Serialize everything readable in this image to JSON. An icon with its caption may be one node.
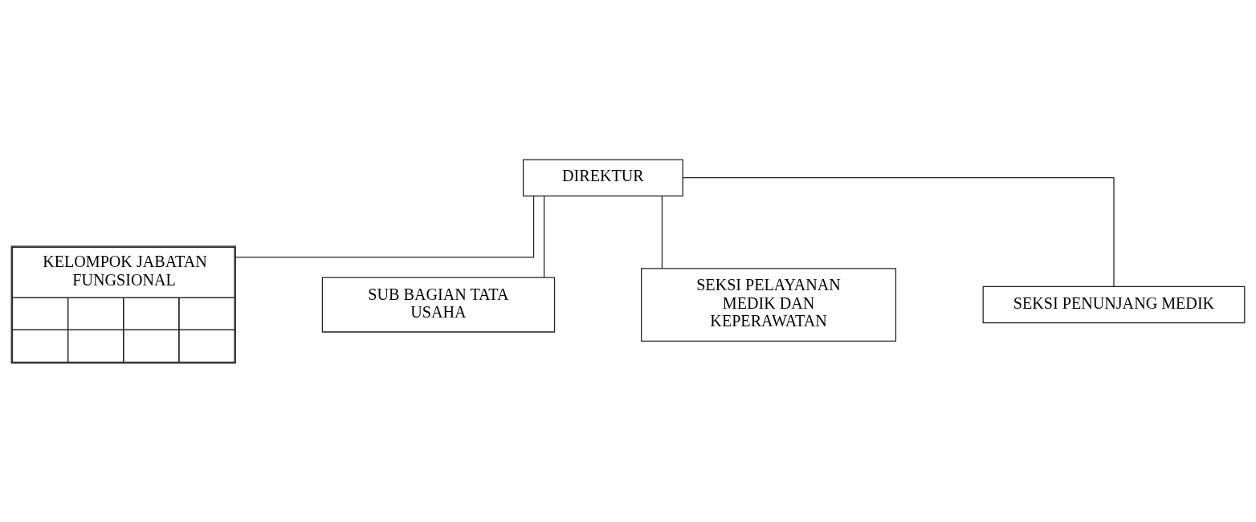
{
  "diagram": {
    "nodes": [
      {
        "text": [
          "DIREKTUR"
        ]
      },
      {
        "text": [
          "KELOMPOK JABATAN FUNGSIONAL"
        ]
      },
      {
        "text": [
          "SUB BAGIAN TATA USAHA"
        ]
      },
      {
        "text": [
          "SEKSI PELAYANAN MEDIK DAN KEPERAWATAN"
        ]
      },
      {
        "text": [
          "SEKSI PENUNJANG MEDIK"
        ]
      }
    ],
    "edges": [
      {
        "from": 0,
        "to": 1,
        "arrow": "none"
      },
      {
        "from": 0,
        "to": 2,
        "arrow": "none"
      },
      {
        "from": 0,
        "to": 3,
        "arrow": "none"
      },
      {
        "from": 0,
        "to": 4,
        "arrow": "none"
      }
    ]
  }
}
